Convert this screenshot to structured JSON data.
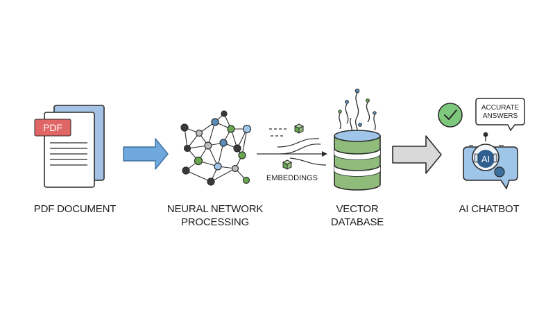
{
  "steps": [
    {
      "id": "pdf-document",
      "label_lines": [
        "PDF DOCUMENT"
      ],
      "badge": "PDF"
    },
    {
      "id": "neural-network",
      "label_lines": [
        "NEURAL NETWORK",
        "PROCESSING"
      ]
    },
    {
      "id": "vector-database",
      "label_lines": [
        "VECTOR",
        "DATABASE"
      ]
    },
    {
      "id": "ai-chatbot",
      "label_lines": [
        "AI CHATBOT"
      ],
      "bubble_lines": [
        "ACCURATE",
        "ANSWERS"
      ],
      "avatar_text": "AI"
    }
  ],
  "embeddings_label": "EMBEDDINGS",
  "colors": {
    "blue_arrow": "#6fa8dc",
    "gray_arrow": "#d9d9d9",
    "pdf_badge": "#e06666",
    "node_blue": "#5b8db8",
    "node_green": "#6aa84f",
    "db_green": "#8fbc7a",
    "chat_blue": "#9fc5e8",
    "check_green": "#7ec87e",
    "outline": "#2b2b2b"
  }
}
